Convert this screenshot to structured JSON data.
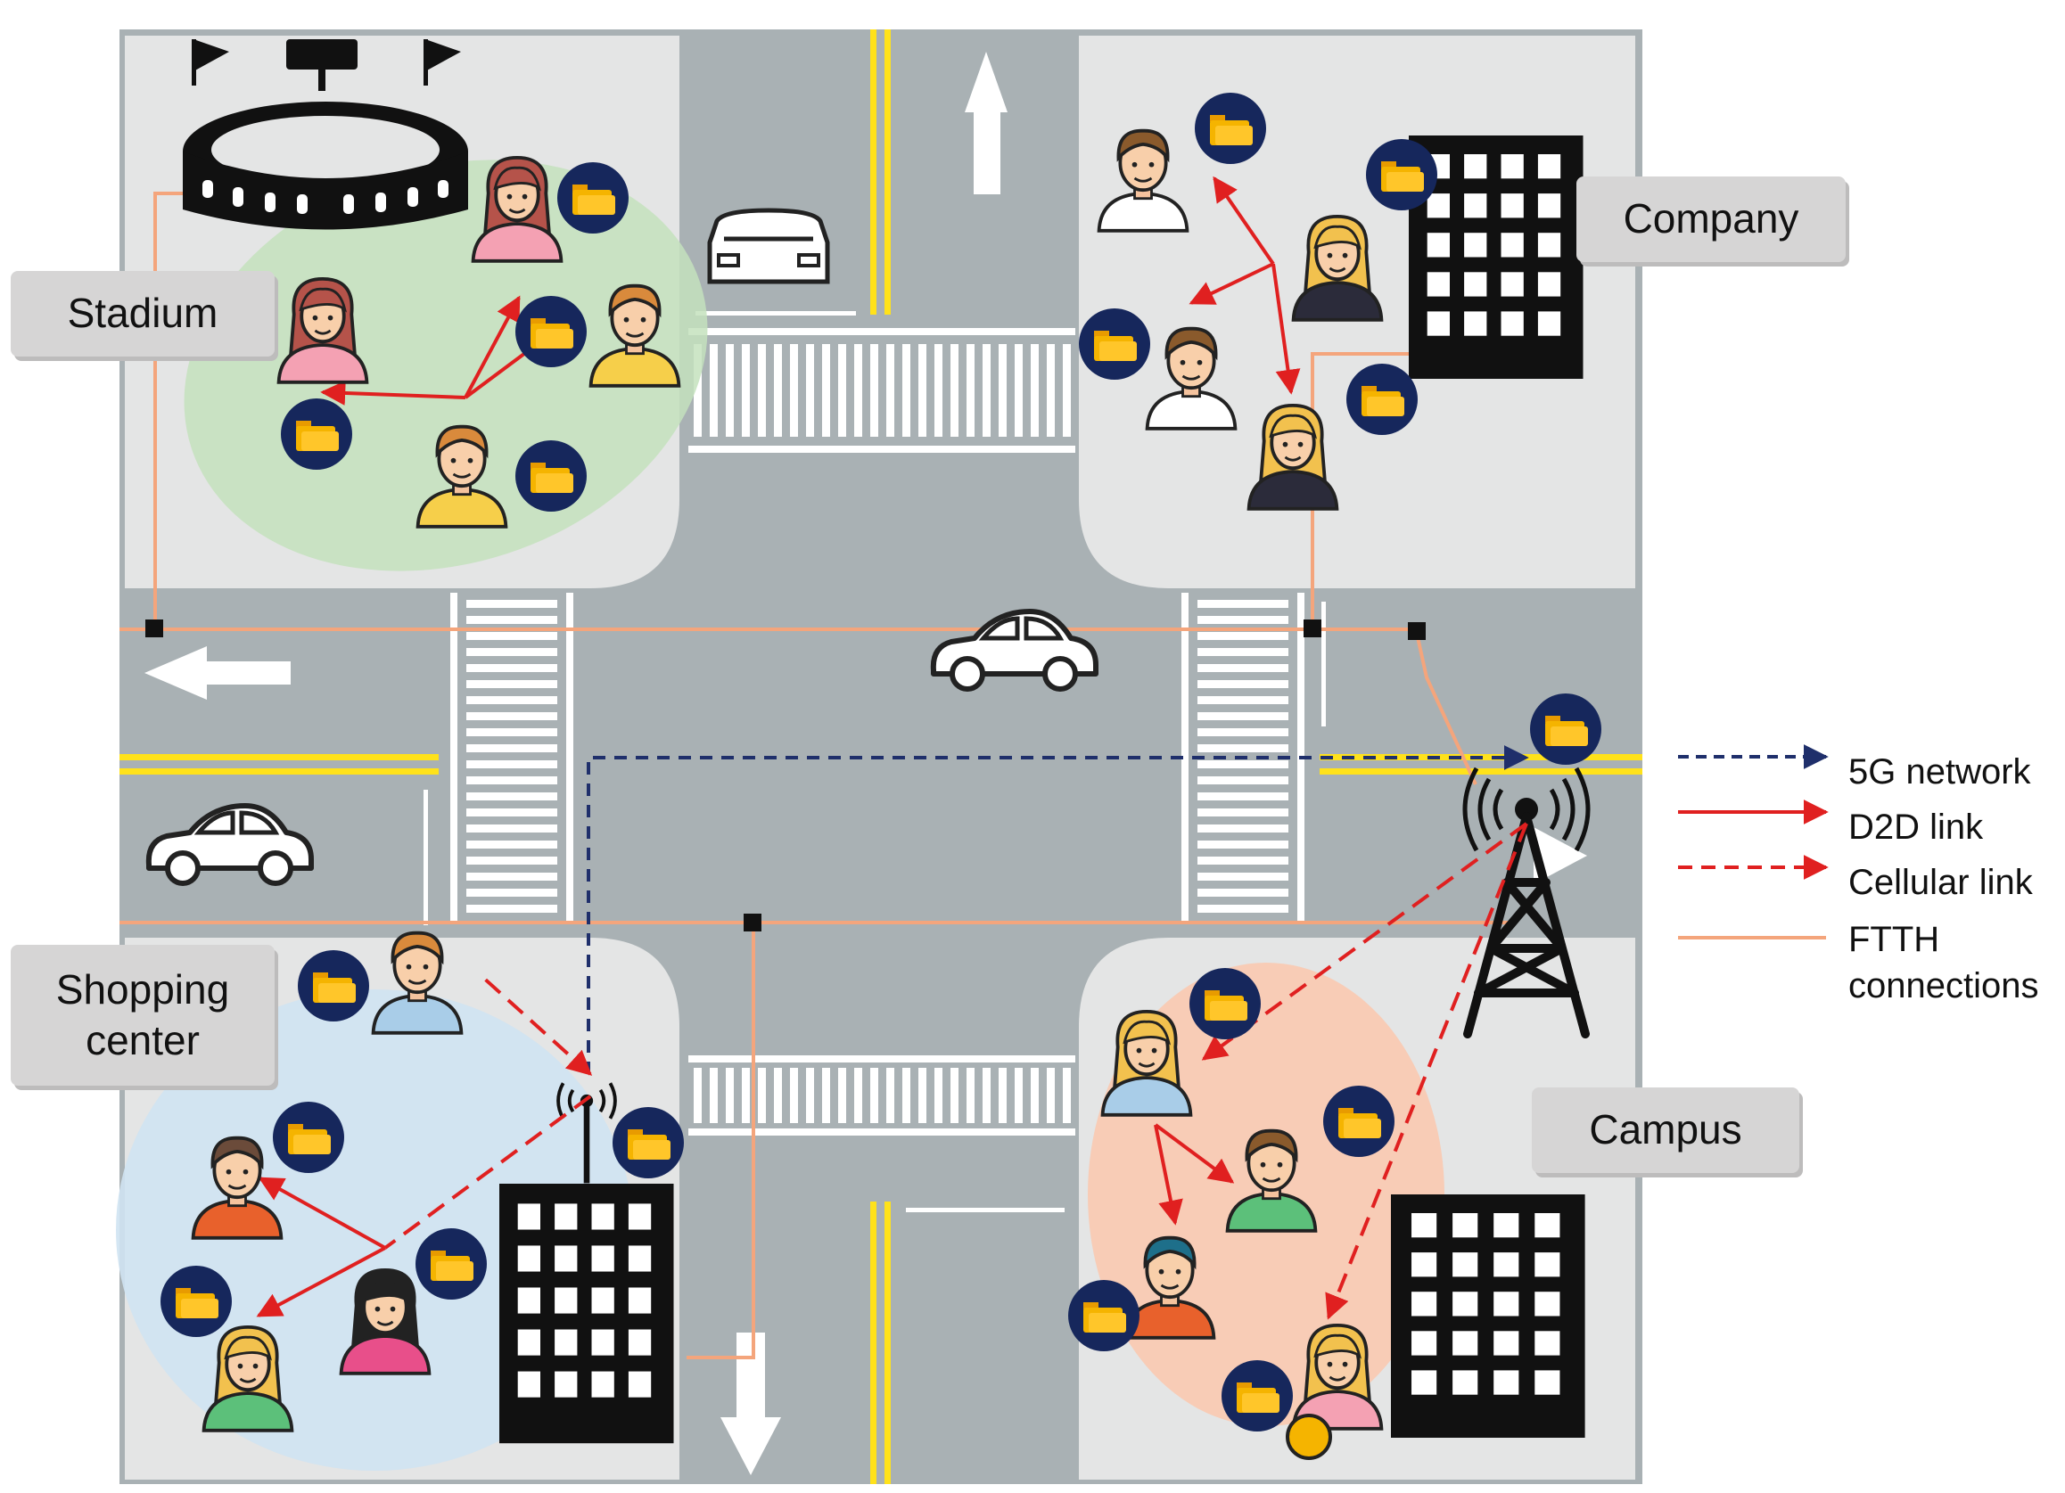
{
  "places": {
    "stadium": "Stadium",
    "company": "Company",
    "shopping_line1": "Shopping",
    "shopping_line2": "center",
    "campus": "Campus"
  },
  "legend": {
    "items": [
      {
        "label": "5G network",
        "color": "#1f2f6b",
        "style": "dashed"
      },
      {
        "label": "D2D link",
        "color": "#e02020",
        "style": "solid"
      },
      {
        "label": "Cellular link",
        "color": "#e02020",
        "style": "dashed"
      },
      {
        "label": "FTTH",
        "label2": "connections",
        "color": "#f4a57c",
        "style": "solid"
      }
    ]
  },
  "icons": {
    "user": "person-icon",
    "cache": "folder-cache-icon",
    "tower": "cell-tower-icon",
    "building": "office-building-icon",
    "stadium": "stadium-icon",
    "car": "car-icon"
  },
  "colors": {
    "road": "#a9b1b4",
    "sidewalk": "#e4e5e5",
    "lane_yellow": "#ffe21a",
    "stadium_zone": "#c4e2bd",
    "shopping_zone": "#cfe3f2",
    "campus_zone": "#f9c9b0",
    "badge": "#16275c",
    "folder": "#f5b400"
  }
}
